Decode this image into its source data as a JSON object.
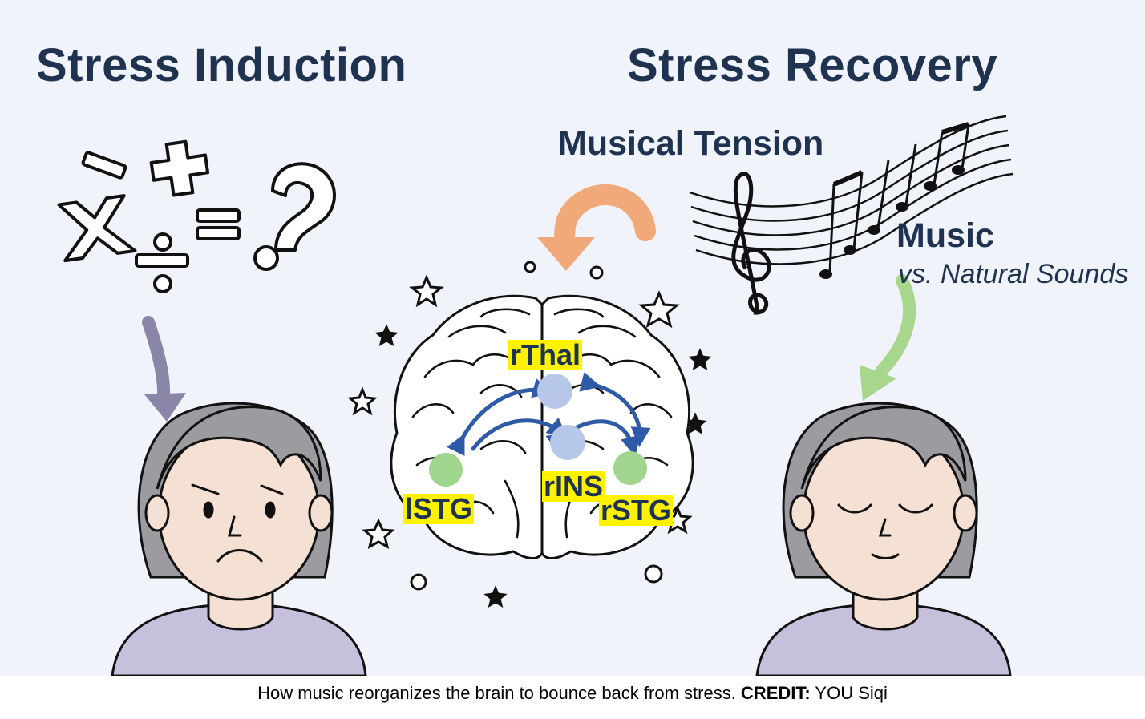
{
  "panels": {
    "left_title": "Stress Induction",
    "right_title": "Stress Recovery"
  },
  "labels": {
    "musical_tension": "Musical Tension",
    "music": "Music",
    "natural_sounds": "vs. Natural Sounds"
  },
  "brain_regions": {
    "rthal": "rThal",
    "lstg": "lSTG",
    "rins": "rINS",
    "rstg": "rSTG"
  },
  "math_symbols": {
    "minus": "−",
    "plus": "+",
    "times": "x",
    "divide": "÷",
    "equals": "=",
    "question": "?"
  },
  "caption": {
    "text": "How music reorganizes the brain to bounce back from stress. ",
    "credit_label": "CREDIT:",
    "credit_name": " YOU Siqi"
  },
  "colors": {
    "heading": "#1f3350",
    "background": "#f0f3fa",
    "highlight": "#fff200",
    "arrow_orange": "#f2a97a",
    "arrow_purple": "#8a86a8",
    "arrow_green": "#a8d68c",
    "connection_blue": "#2f5aa8",
    "node_blue": "#b7c7ea",
    "node_green": "#9fd58c",
    "skin": "#f5e1d3",
    "hair": "#9b9ba0",
    "shirt": "#c7c0dc"
  }
}
